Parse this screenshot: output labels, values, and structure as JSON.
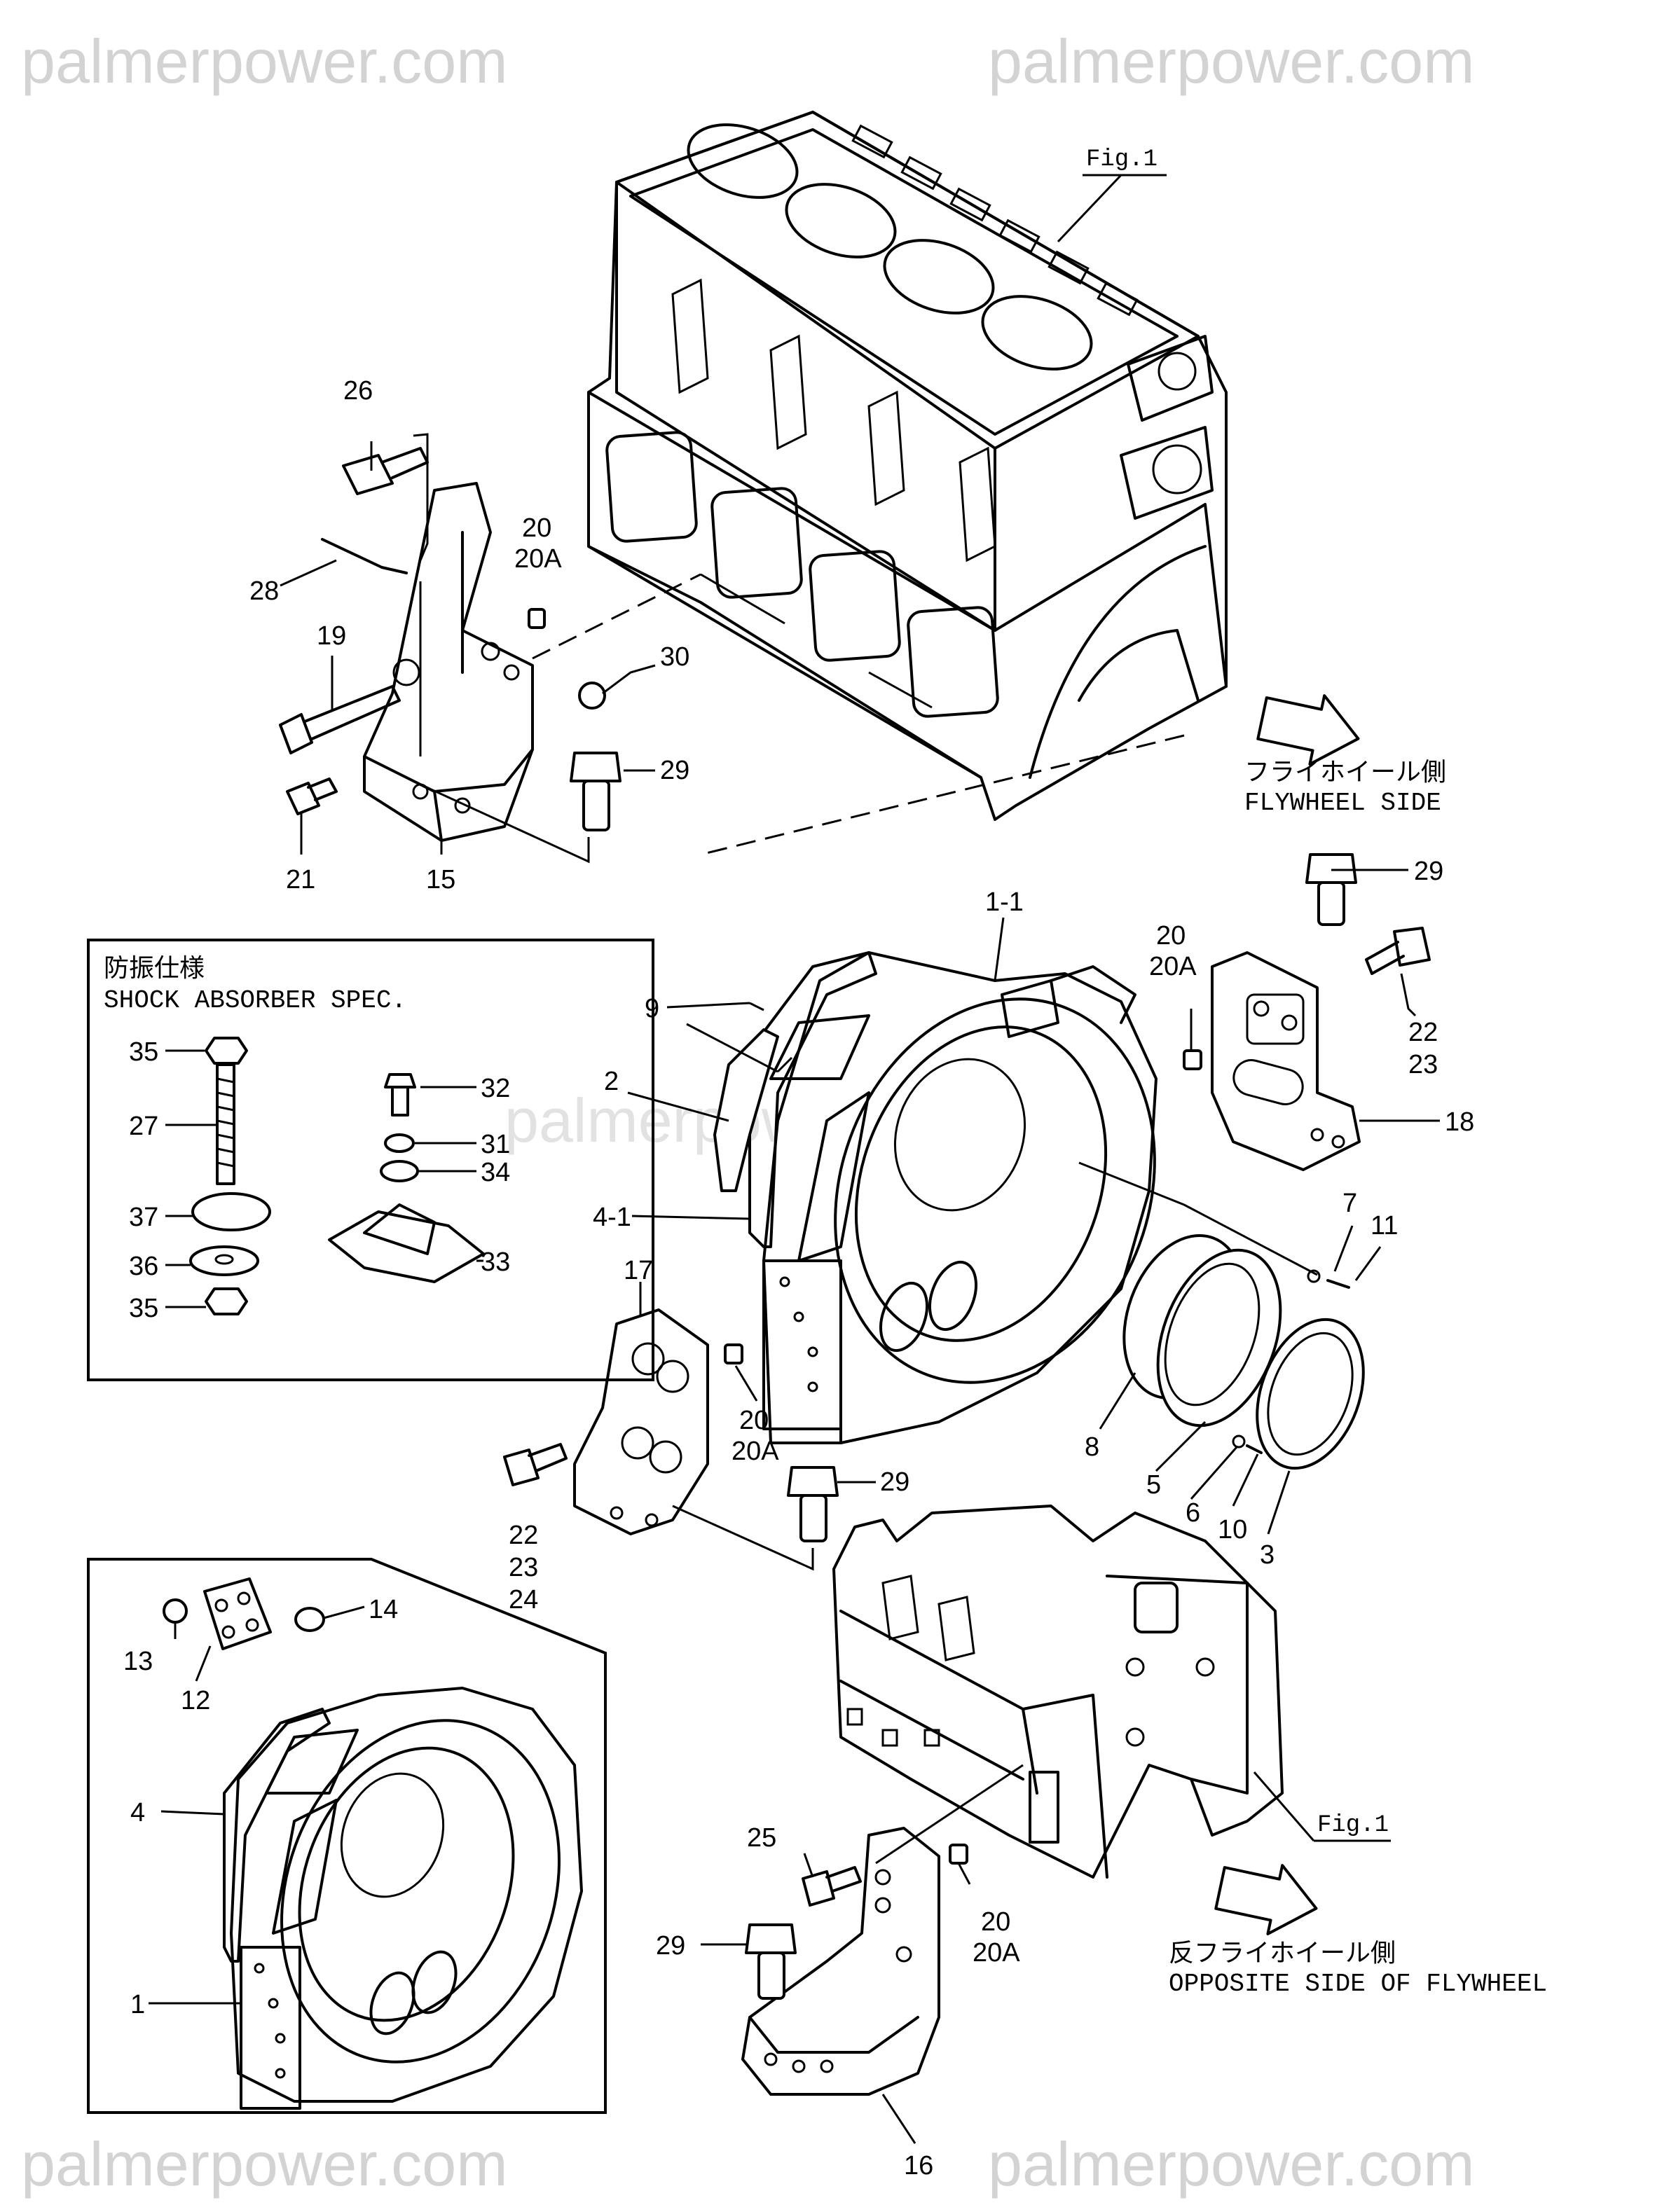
{
  "watermarks": [
    "palmerpower.com",
    "palmerpower.com",
    "palmerpower.com",
    "palmerpower.com",
    "palmerpower.com"
  ],
  "fig_labels": [
    "Fig.1",
    "Fig.1"
  ],
  "direction_labels": {
    "flywheel_jp": "フライホイール側",
    "flywheel_en": "FLYWHEEL SIDE",
    "opposite_jp": "反フライホイール側",
    "opposite_en": "OPPOSITE SIDE OF FLYWHEEL"
  },
  "shock_absorber": {
    "title_jp": "防振仕様",
    "title_en": "SHOCK ABSORBER SPEC."
  },
  "callouts": {
    "c26": "26",
    "c28": "28",
    "c19": "19",
    "c21": "21",
    "c15": "15",
    "c20_top": "20",
    "c20a_top": "20A",
    "c30": "30",
    "c29_top": "29",
    "c11": "1-1",
    "c9": "9",
    "c2": "2",
    "c41": "4-1",
    "c17": "17",
    "c20_mid": "20",
    "c20a_mid": "20A",
    "c22_mid": "22",
    "c23_mid": "23",
    "c24_mid": "24",
    "c29_mid": "29",
    "c29_right": "29",
    "c20_right": "20",
    "c20a_right": "20A",
    "c22_right": "22",
    "c23_right": "23",
    "c18": "18",
    "c7": "7",
    "c11b": "11",
    "c8": "8",
    "c5": "5",
    "c6": "6",
    "c10": "10",
    "c3": "3",
    "c35a": "35",
    "c27": "27",
    "c37": "37",
    "c36": "36",
    "c35b": "35",
    "c32": "32",
    "c31": "31",
    "c34": "34",
    "c33": "33",
    "c13": "13",
    "c14": "14",
    "c12": "12",
    "c4": "4",
    "c1": "1",
    "c25": "25",
    "c29_bot": "29",
    "c20_bot": "20",
    "c20a_bot": "20A",
    "c16": "16"
  }
}
